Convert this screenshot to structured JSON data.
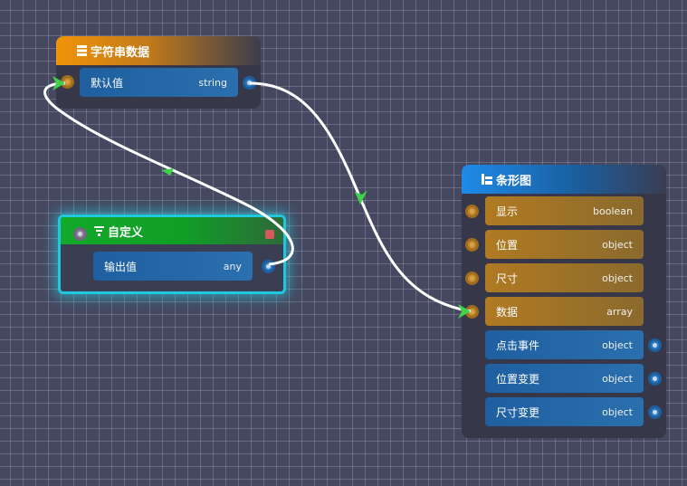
{
  "nodes": {
    "string_data": {
      "title": "字符串数据",
      "icon": "table-icon",
      "header_color": "#f0930a",
      "params": [
        {
          "label": "默认值",
          "type": "string"
        }
      ]
    },
    "custom": {
      "title": "自定义",
      "icon": "filter-icon",
      "header_color": "#13a92a",
      "highlight_color": "#22c6de",
      "params": [
        {
          "label": "输出值",
          "type": "any"
        }
      ]
    },
    "bar_chart": {
      "title": "条形图",
      "icon": "bar-chart-icon",
      "header_color": "#1e8ae8",
      "inputs": [
        {
          "label": "显示",
          "type": "boolean"
        },
        {
          "label": "位置",
          "type": "object"
        },
        {
          "label": "尺寸",
          "type": "object"
        },
        {
          "label": "数据",
          "type": "array"
        }
      ],
      "outputs": [
        {
          "label": "点击事件",
          "type": "object"
        },
        {
          "label": "位置变更",
          "type": "object"
        },
        {
          "label": "尺寸变更",
          "type": "object"
        }
      ]
    }
  },
  "colors": {
    "input_param": "#b07a22",
    "output_param": "#1f5fa0",
    "wire": "#ffffff",
    "arrow": "#3fd24a"
  }
}
